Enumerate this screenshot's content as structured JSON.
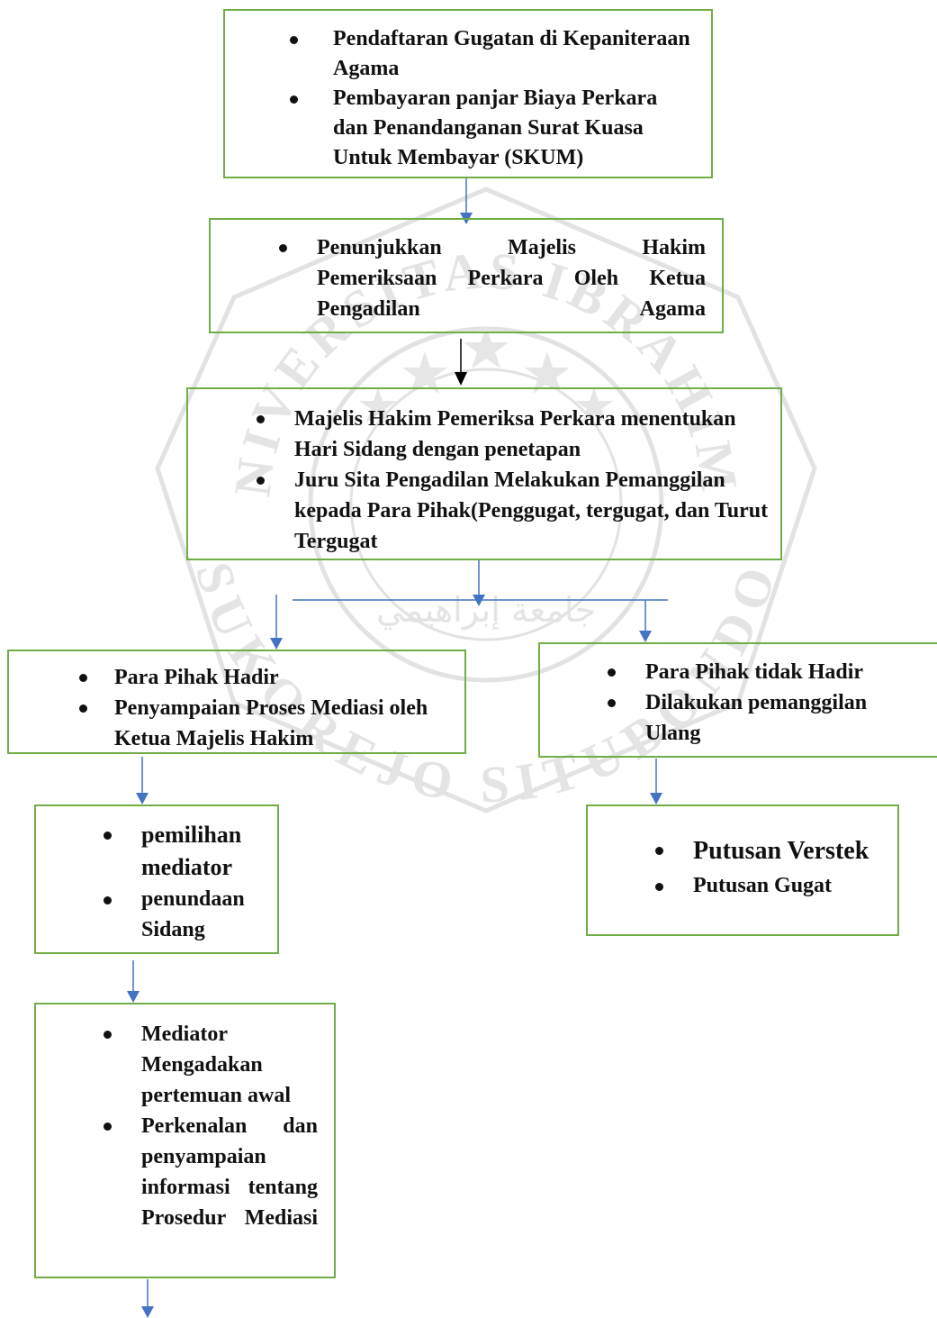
{
  "watermark": {
    "top_text": "UNIVERSITAS IBRAHIMY",
    "bottom_text": "SUKOREJO SITUBONDO",
    "arabic_text": "جامعة إبراهيمي"
  },
  "steps": {
    "registration": {
      "items": [
        "Pendaftaran Gugatan di Kepaniteraan Agama",
        "Pembayaran panjar Biaya Perkara dan Penandanganan Surat Kuasa Untuk Membayar (SKUM)"
      ]
    },
    "appointment": {
      "items": [
        "Penunjukkan Majelis Hakim Pemeriksaan Perkara Oleh Ketua Pengadilan Agama"
      ]
    },
    "scheduling": {
      "items": [
        "Majelis Hakim Pemeriksa Perkara menentukan Hari Sidang dengan penetapan",
        "Juru Sita Pengadilan Melakukan Pemanggilan kepada Para Pihak(Penggugat, tergugat, dan Turut Tergugat"
      ]
    },
    "parties_present": {
      "items": [
        "Para Pihak Hadir",
        "Penyampaian Proses Mediasi oleh Ketua Majelis Hakim"
      ]
    },
    "parties_absent": {
      "items": [
        "Para Pihak tidak Hadir",
        "Dilakukan pemanggilan Ulang"
      ]
    },
    "mediator_selection": {
      "items": [
        "pemilihan mediator",
        "penundaan Sidang"
      ]
    },
    "verdict": {
      "items": [
        "Putusan Verstek",
        "Putusan Gugat"
      ]
    },
    "first_meeting": {
      "items": [
        "Mediator Mengadakan pertemuan awal",
        "Perkenalan dan penyampaian informasi tentang Prosedur Mediasi"
      ]
    }
  },
  "colors": {
    "box_border": "#70ad47",
    "arrow_blue": "#4472c4",
    "arrow_black": "#000000",
    "watermark": "#e6e6e6"
  }
}
